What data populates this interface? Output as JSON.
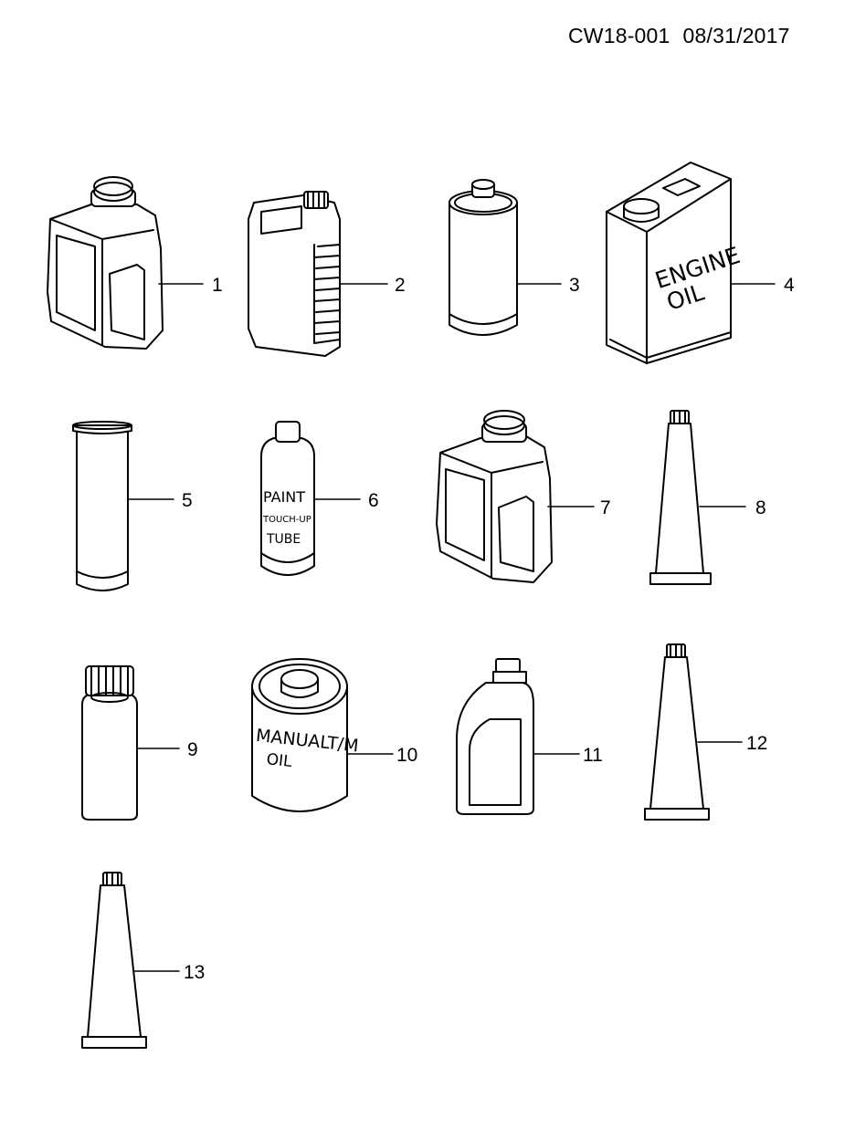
{
  "header": {
    "code": "CW18-001",
    "date": "08/31/2017"
  },
  "callouts": [
    {
      "id": "1",
      "label": "1"
    },
    {
      "id": "2",
      "label": "2"
    },
    {
      "id": "3",
      "label": "3"
    },
    {
      "id": "4",
      "label": "4"
    },
    {
      "id": "5",
      "label": "5"
    },
    {
      "id": "6",
      "label": "6"
    },
    {
      "id": "7",
      "label": "7"
    },
    {
      "id": "8",
      "label": "8"
    },
    {
      "id": "9",
      "label": "9"
    },
    {
      "id": "10",
      "label": "10"
    },
    {
      "id": "11",
      "label": "11"
    },
    {
      "id": "12",
      "label": "12"
    },
    {
      "id": "13",
      "label": "13"
    }
  ],
  "product_labels": {
    "engine_oil_line1": "ENGINE",
    "engine_oil_line2": "OIL",
    "paint_line1": "PAINT",
    "paint_line2": "TOUCH-UP",
    "paint_line3": "TUBE",
    "manual_line1": "MANUALT/M",
    "manual_line2": "OIL"
  }
}
